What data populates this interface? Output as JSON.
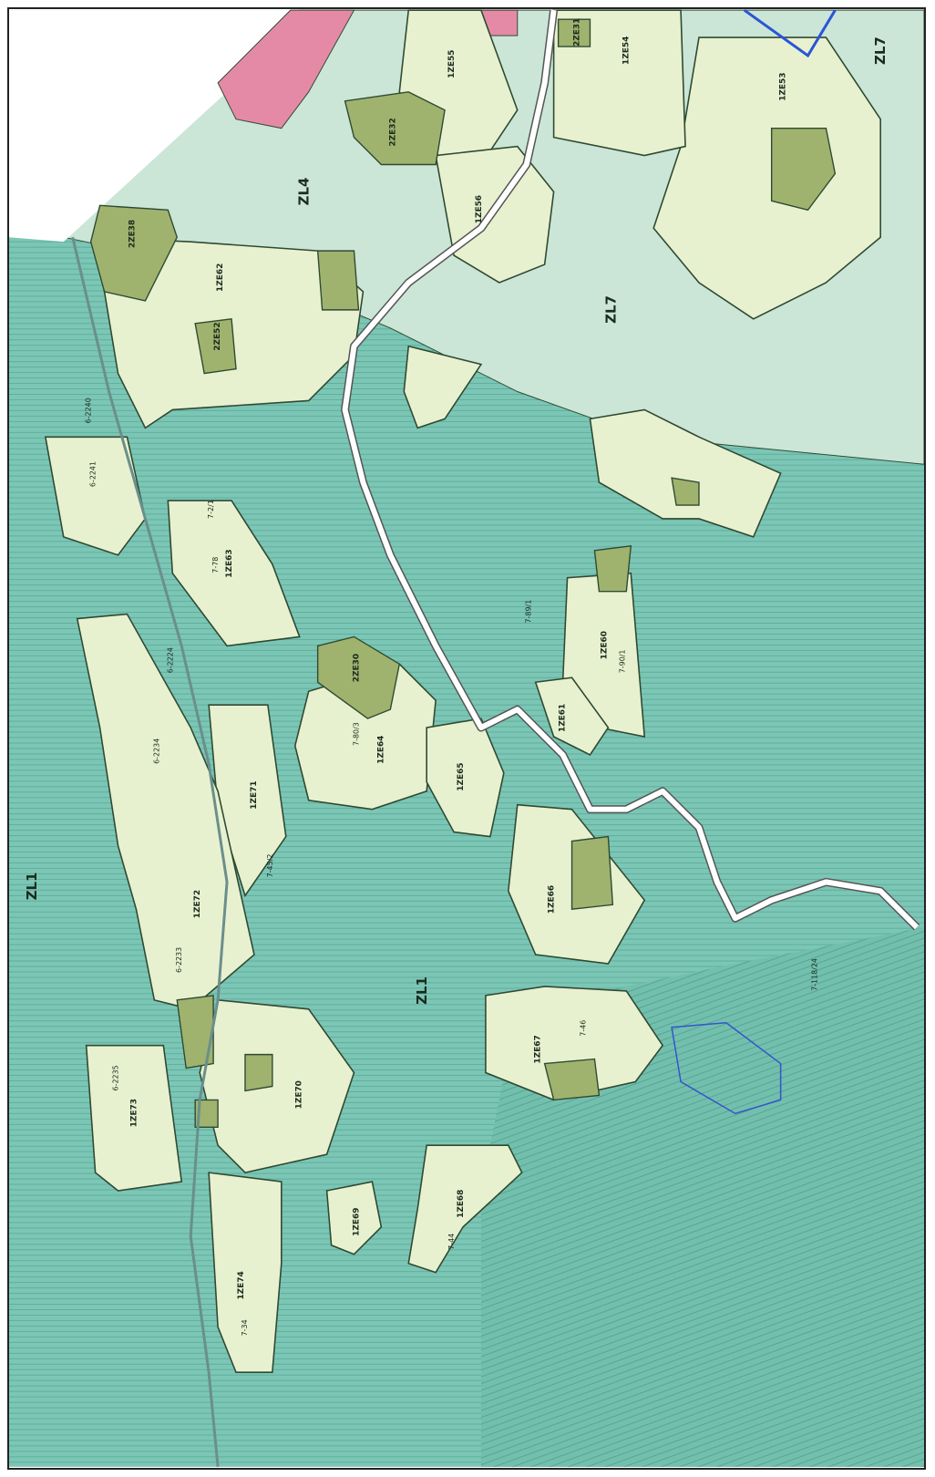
{
  "map": {
    "colors": {
      "background": "#7cc6b6",
      "hatch": "#5aa896",
      "parcel_fill": "#e8f1cf",
      "parcel_stroke": "#2f4a33",
      "building_fill": "#9fb36e",
      "road_fill": "#ffffff",
      "road_stroke": "#555555",
      "pink_zone": "#e58aa6",
      "pale_zone": "#cbe6d6",
      "water_outline": "#3355cc",
      "powerline": "#2a55d6"
    },
    "zones": [
      {
        "id": "zl1_west",
        "label": "ZL1"
      },
      {
        "id": "zl1_center",
        "label": "ZL1"
      },
      {
        "id": "zl4",
        "label": "ZL4"
      },
      {
        "id": "zl7",
        "label": "ZL7"
      },
      {
        "id": "zl7_north",
        "label": "ZL7"
      }
    ],
    "parcel_labels": [
      {
        "id": "p_2ze38",
        "label": "2ZE38"
      },
      {
        "id": "p_1ze62",
        "label": "1ZE62"
      },
      {
        "id": "p_2ze52",
        "label": "2ZE52"
      },
      {
        "id": "p_1ze63",
        "label": "1ZE63"
      },
      {
        "id": "p_1ze64",
        "label": "1ZE64"
      },
      {
        "id": "p_2ze30",
        "label": "2ZE30"
      },
      {
        "id": "p_1ze65",
        "label": "1ZE65"
      },
      {
        "id": "p_1ze71",
        "label": "1ZE71"
      },
      {
        "id": "p_1ze72",
        "label": "1ZE72"
      },
      {
        "id": "p_1ze73",
        "label": "1ZE73"
      },
      {
        "id": "p_1ze74",
        "label": "1ZE74"
      },
      {
        "id": "p_1ze70",
        "label": "1ZE70"
      },
      {
        "id": "p_1ze66",
        "label": "1ZE66"
      },
      {
        "id": "p_1ze68",
        "label": "1ZE68"
      },
      {
        "id": "p_1ze67",
        "label": "1ZE67"
      },
      {
        "id": "p_1ze69",
        "label": "1ZE69"
      },
      {
        "id": "p_1ze60",
        "label": "1ZE60"
      },
      {
        "id": "p_1ze61",
        "label": "1ZE61"
      },
      {
        "id": "p_1ze56",
        "label": "1ZE56"
      },
      {
        "id": "p_1ze55",
        "label": "1ZE55"
      },
      {
        "id": "p_1ze54",
        "label": "1ZE54"
      },
      {
        "id": "p_2ze32",
        "label": "2ZE32"
      },
      {
        "id": "p_2ze31",
        "label": "2ZE31"
      },
      {
        "id": "p_1ze53",
        "label": "1ZE53"
      }
    ],
    "small_labels": [
      {
        "id": "s1",
        "label": "7-2/1"
      },
      {
        "id": "s2",
        "label": "7-78"
      },
      {
        "id": "s3",
        "label": "7-45/2"
      },
      {
        "id": "s4",
        "label": "6-2224"
      },
      {
        "id": "s5",
        "label": "6-2234"
      },
      {
        "id": "s6",
        "label": "6-2233"
      },
      {
        "id": "s7",
        "label": "6-2235"
      },
      {
        "id": "s8",
        "label": "7-34"
      },
      {
        "id": "s9",
        "label": "7-44"
      },
      {
        "id": "s10",
        "label": "7-46"
      },
      {
        "id": "s11",
        "label": "7-80/3"
      },
      {
        "id": "s12",
        "label": "7-90/1"
      },
      {
        "id": "s13",
        "label": "6-2241"
      },
      {
        "id": "s14",
        "label": "6-2240"
      },
      {
        "id": "s15",
        "label": "7-118/24"
      },
      {
        "id": "s16",
        "label": "7-89/1"
      }
    ]
  }
}
